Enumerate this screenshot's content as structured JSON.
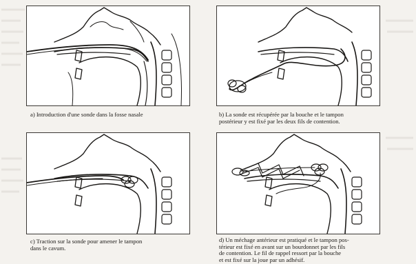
{
  "figure": {
    "panels": [
      {
        "id": "a",
        "caption": "a) Introduction d'une sonde dans la fosse nasale"
      },
      {
        "id": "b",
        "caption": "b) La sonde est récupérée par la bouche et le tampon\npostérieur y est fixé par les deux fils de contention."
      },
      {
        "id": "c",
        "caption": "c) Traction sur la sonde pour amener le tampon\ndans le cavum."
      },
      {
        "id": "d",
        "caption": "d) Un méchage antérieur est pratiqué et le tampon pos-\ntérieur est fixé en avant sur un bourdonnet par les fils\nde contention. Le fil de rappel ressort par la bouche\net est fixé sur la joue par un adhésif."
      }
    ]
  },
  "colors": {
    "ink": "#1a1816",
    "paper": "#ffffff",
    "scan": "#f4f2ee",
    "bleed": "#d9d5ce"
  }
}
